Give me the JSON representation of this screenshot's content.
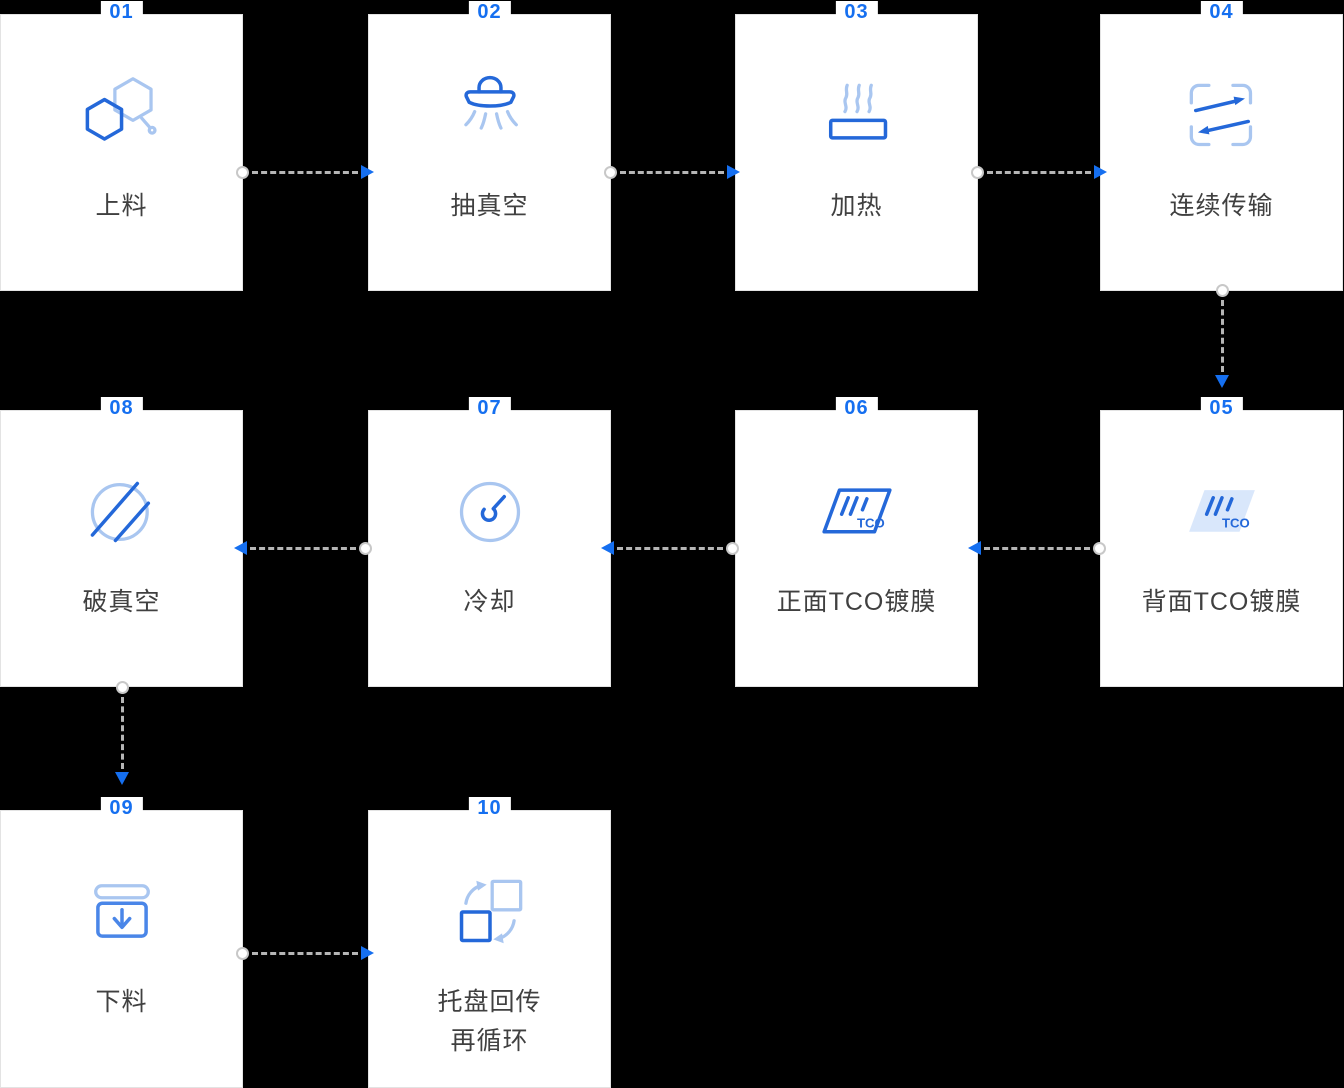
{
  "colors": {
    "background": "#000000",
    "card_bg": "#ffffff",
    "card_border": "#e3e3e3",
    "step_number": "#156ff0",
    "label": "#404040",
    "icon_primary": "#2468d9",
    "icon_secondary": "#a9c6f0",
    "icon_secondary_fill": "#d9e7fb",
    "icon_medium": "#4a86e8",
    "connector": "#b5b5b5",
    "arrow": "#156ff0",
    "dot_border": "#c8c8c8"
  },
  "icons": {
    "tco_label": "TCO"
  },
  "steps": [
    {
      "number": "01",
      "label": "上料",
      "icon": "molecule-icon"
    },
    {
      "number": "02",
      "label": "抽真空",
      "icon": "vacuum-hood-icon"
    },
    {
      "number": "03",
      "label": "加热",
      "icon": "heater-icon"
    },
    {
      "number": "04",
      "label": "连续传输",
      "icon": "transfer-arrows-icon"
    },
    {
      "number": "05",
      "label": "背面TCO镀膜",
      "icon": "glass-panel-filled-icon"
    },
    {
      "number": "06",
      "label": "正面TCO镀膜",
      "icon": "glass-panel-outline-icon"
    },
    {
      "number": "07",
      "label": "冷却",
      "icon": "gauge-icon"
    },
    {
      "number": "08",
      "label": "破真空",
      "icon": "circle-slash-icon"
    },
    {
      "number": "09",
      "label": "下料",
      "icon": "unload-box-icon"
    },
    {
      "number": "10",
      "label": "托盘回传",
      "label_line2": "再循环",
      "icon": "recycle-trays-icon"
    }
  ]
}
